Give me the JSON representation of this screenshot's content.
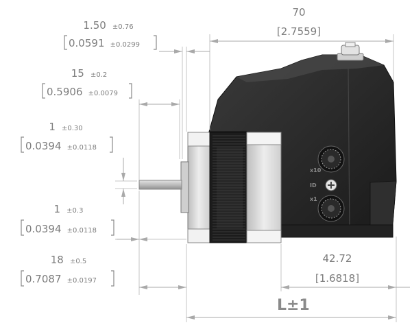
{
  "dimensions": {
    "width_70": {
      "mm": "70",
      "inch": "[2.7559]"
    },
    "d_1_50": {
      "mm": "1.50",
      "mm_tol": "±0.76",
      "inch": "0.0591",
      "inch_tol": "±0.0299"
    },
    "d_15": {
      "mm": "15",
      "mm_tol": "±0.2",
      "inch": "0.5906",
      "inch_tol": "±0.0079"
    },
    "d_1_top": {
      "mm": "1",
      "mm_tol": "±0.30",
      "inch": "0.0394",
      "inch_tol": "±0.0118"
    },
    "d_1_bottom": {
      "mm": "1",
      "mm_tol": "±0.3",
      "inch": "0.0394",
      "inch_tol": "±0.0118"
    },
    "d_18": {
      "mm": "18",
      "mm_tol": "±0.5",
      "inch": "0.7087",
      "inch_tol": "±0.0197"
    },
    "d_42_72": {
      "mm": "42.72",
      "inch": "[1.6818]"
    },
    "length": {
      "symbol": "L",
      "tol": "±1"
    }
  },
  "panel_labels": {
    "top_switch": "x10",
    "mid_label": "ID",
    "bottom_switch": "x1"
  },
  "colors": {
    "body": "#1d1d1d",
    "housing": "#2a2a2a",
    "flange": "#d9d9d9",
    "shaft": "#b8b8b8",
    "dimension_line": "#a9a9a9",
    "text": "#7d7d7d"
  }
}
